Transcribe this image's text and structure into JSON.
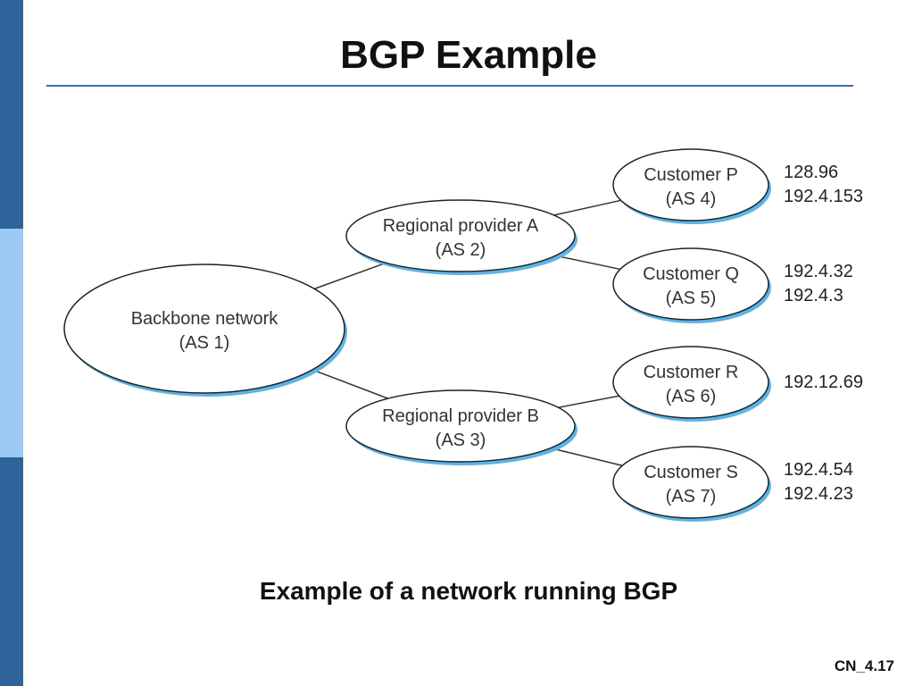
{
  "slide": {
    "title": "BGP Example",
    "caption": "Example of a network running BGP",
    "slide_number": "CN_4.17"
  },
  "theme": {
    "bar_colors": [
      "#2e6499",
      "#9dcaf4",
      "#2e6499"
    ],
    "rule_color": "#3b6fa3",
    "node_fill": "#ffffff",
    "node_stroke": "#222222",
    "node_shadow": "#5bb4e6",
    "edge_color": "#333333"
  },
  "diagram": {
    "nodes": [
      {
        "id": "as1",
        "line1": "Backbone network",
        "line2": "(AS 1)"
      },
      {
        "id": "as2",
        "line1": "Regional provider A",
        "line2": "(AS 2)"
      },
      {
        "id": "as3",
        "line1": "Regional provider B",
        "line2": "(AS 3)"
      },
      {
        "id": "as4",
        "line1": "Customer P",
        "line2": "(AS 4)"
      },
      {
        "id": "as5",
        "line1": "Customer Q",
        "line2": "(AS 5)"
      },
      {
        "id": "as6",
        "line1": "Customer R",
        "line2": "(AS 6)"
      },
      {
        "id": "as7",
        "line1": "Customer S",
        "line2": "(AS 7)"
      }
    ],
    "edges": [
      {
        "from": "as1",
        "to": "as2"
      },
      {
        "from": "as1",
        "to": "as3"
      },
      {
        "from": "as2",
        "to": "as4"
      },
      {
        "from": "as2",
        "to": "as5"
      },
      {
        "from": "as3",
        "to": "as6"
      },
      {
        "from": "as3",
        "to": "as7"
      }
    ],
    "prefixes": [
      {
        "node": "as4",
        "lines": [
          "128.96",
          "192.4.153"
        ]
      },
      {
        "node": "as5",
        "lines": [
          "192.4.32",
          "192.4.3"
        ]
      },
      {
        "node": "as6",
        "lines": [
          "192.12.69"
        ]
      },
      {
        "node": "as7",
        "lines": [
          "192.4.54",
          "192.4.23"
        ]
      }
    ]
  }
}
